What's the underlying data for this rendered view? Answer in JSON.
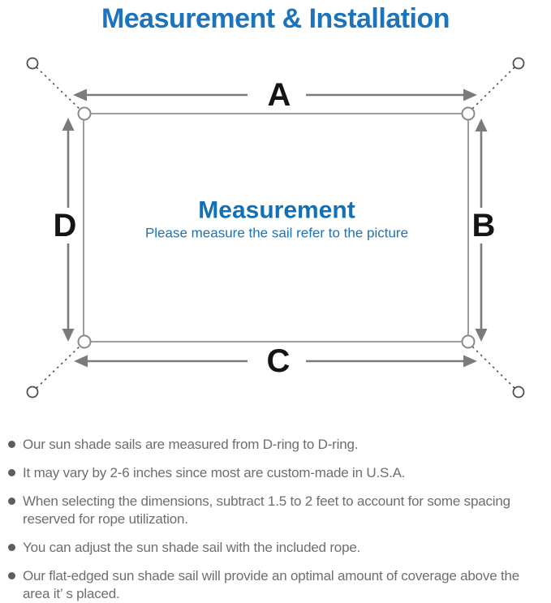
{
  "title": "Measurement & Installation",
  "diagram": {
    "labels": {
      "top": "A",
      "right": "B",
      "bottom": "C",
      "left": "D"
    },
    "center_heading": "Measurement",
    "center_subtitle": "Please measure the sail refer to the picture"
  },
  "notes": {
    "items": [
      "Our sun shade sails are measured from D-ring to D-ring.",
      "It may vary by 2-6 inches since most are custom-made in U.S.A.",
      "When selecting the dimensions, subtract 1.5 to 2 feet to account for some spacing reserved for rope utilization.",
      "You can adjust the sun shade sail with the included rope.",
      "Our flat-edged sun shade sail will provide an optimal amount of coverage above the area it’ s placed."
    ]
  },
  "colors": {
    "accent_blue": "#1b74bc",
    "center_heading_blue": "#1270b6",
    "center_subtitle_blue": "#1f73b4",
    "arrow_gray": "#7b7b7b",
    "sail_outline_gray": "#9d9d9d",
    "rope_gray": "#4f4f4f",
    "dim_label_black": "#141414",
    "note_text_gray": "#6e6e6e"
  }
}
